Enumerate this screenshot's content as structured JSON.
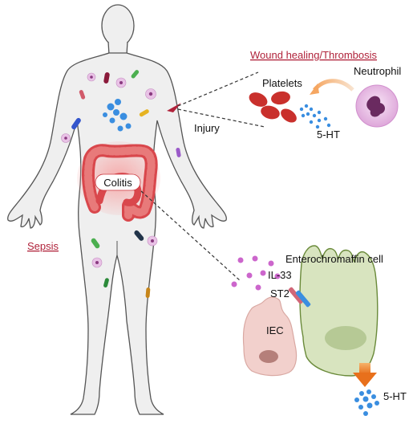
{
  "labels": {
    "wound_healing": "Wound healing/Thrombosis",
    "platelets": "Platelets",
    "neutrophil": "Neutrophil",
    "injury": "Injury",
    "serotonin_top": "5-HT",
    "colitis": "Colitis",
    "sepsis": "Sepsis",
    "enterochromaffin": "Enterochromaffin cell",
    "il33": "IL-33",
    "st2": "ST2",
    "iec": "IEC",
    "serotonin_bottom": "5-HT"
  },
  "colors": {
    "accent_red": "#b0223a",
    "body_fill": "#efefef",
    "body_stroke": "#555555",
    "colon": "#e0575c",
    "platelet": "#c9302c",
    "serotonin": "#3a8ee0",
    "ec_cell": "#d8e4bf",
    "ec_cell_stroke": "#6a8a3a",
    "iec_cell": "#f2d0cc",
    "neutrophil": "#e9c2e6",
    "il33": "#cc66cc",
    "arrow_orange": "#ef8a2c"
  }
}
